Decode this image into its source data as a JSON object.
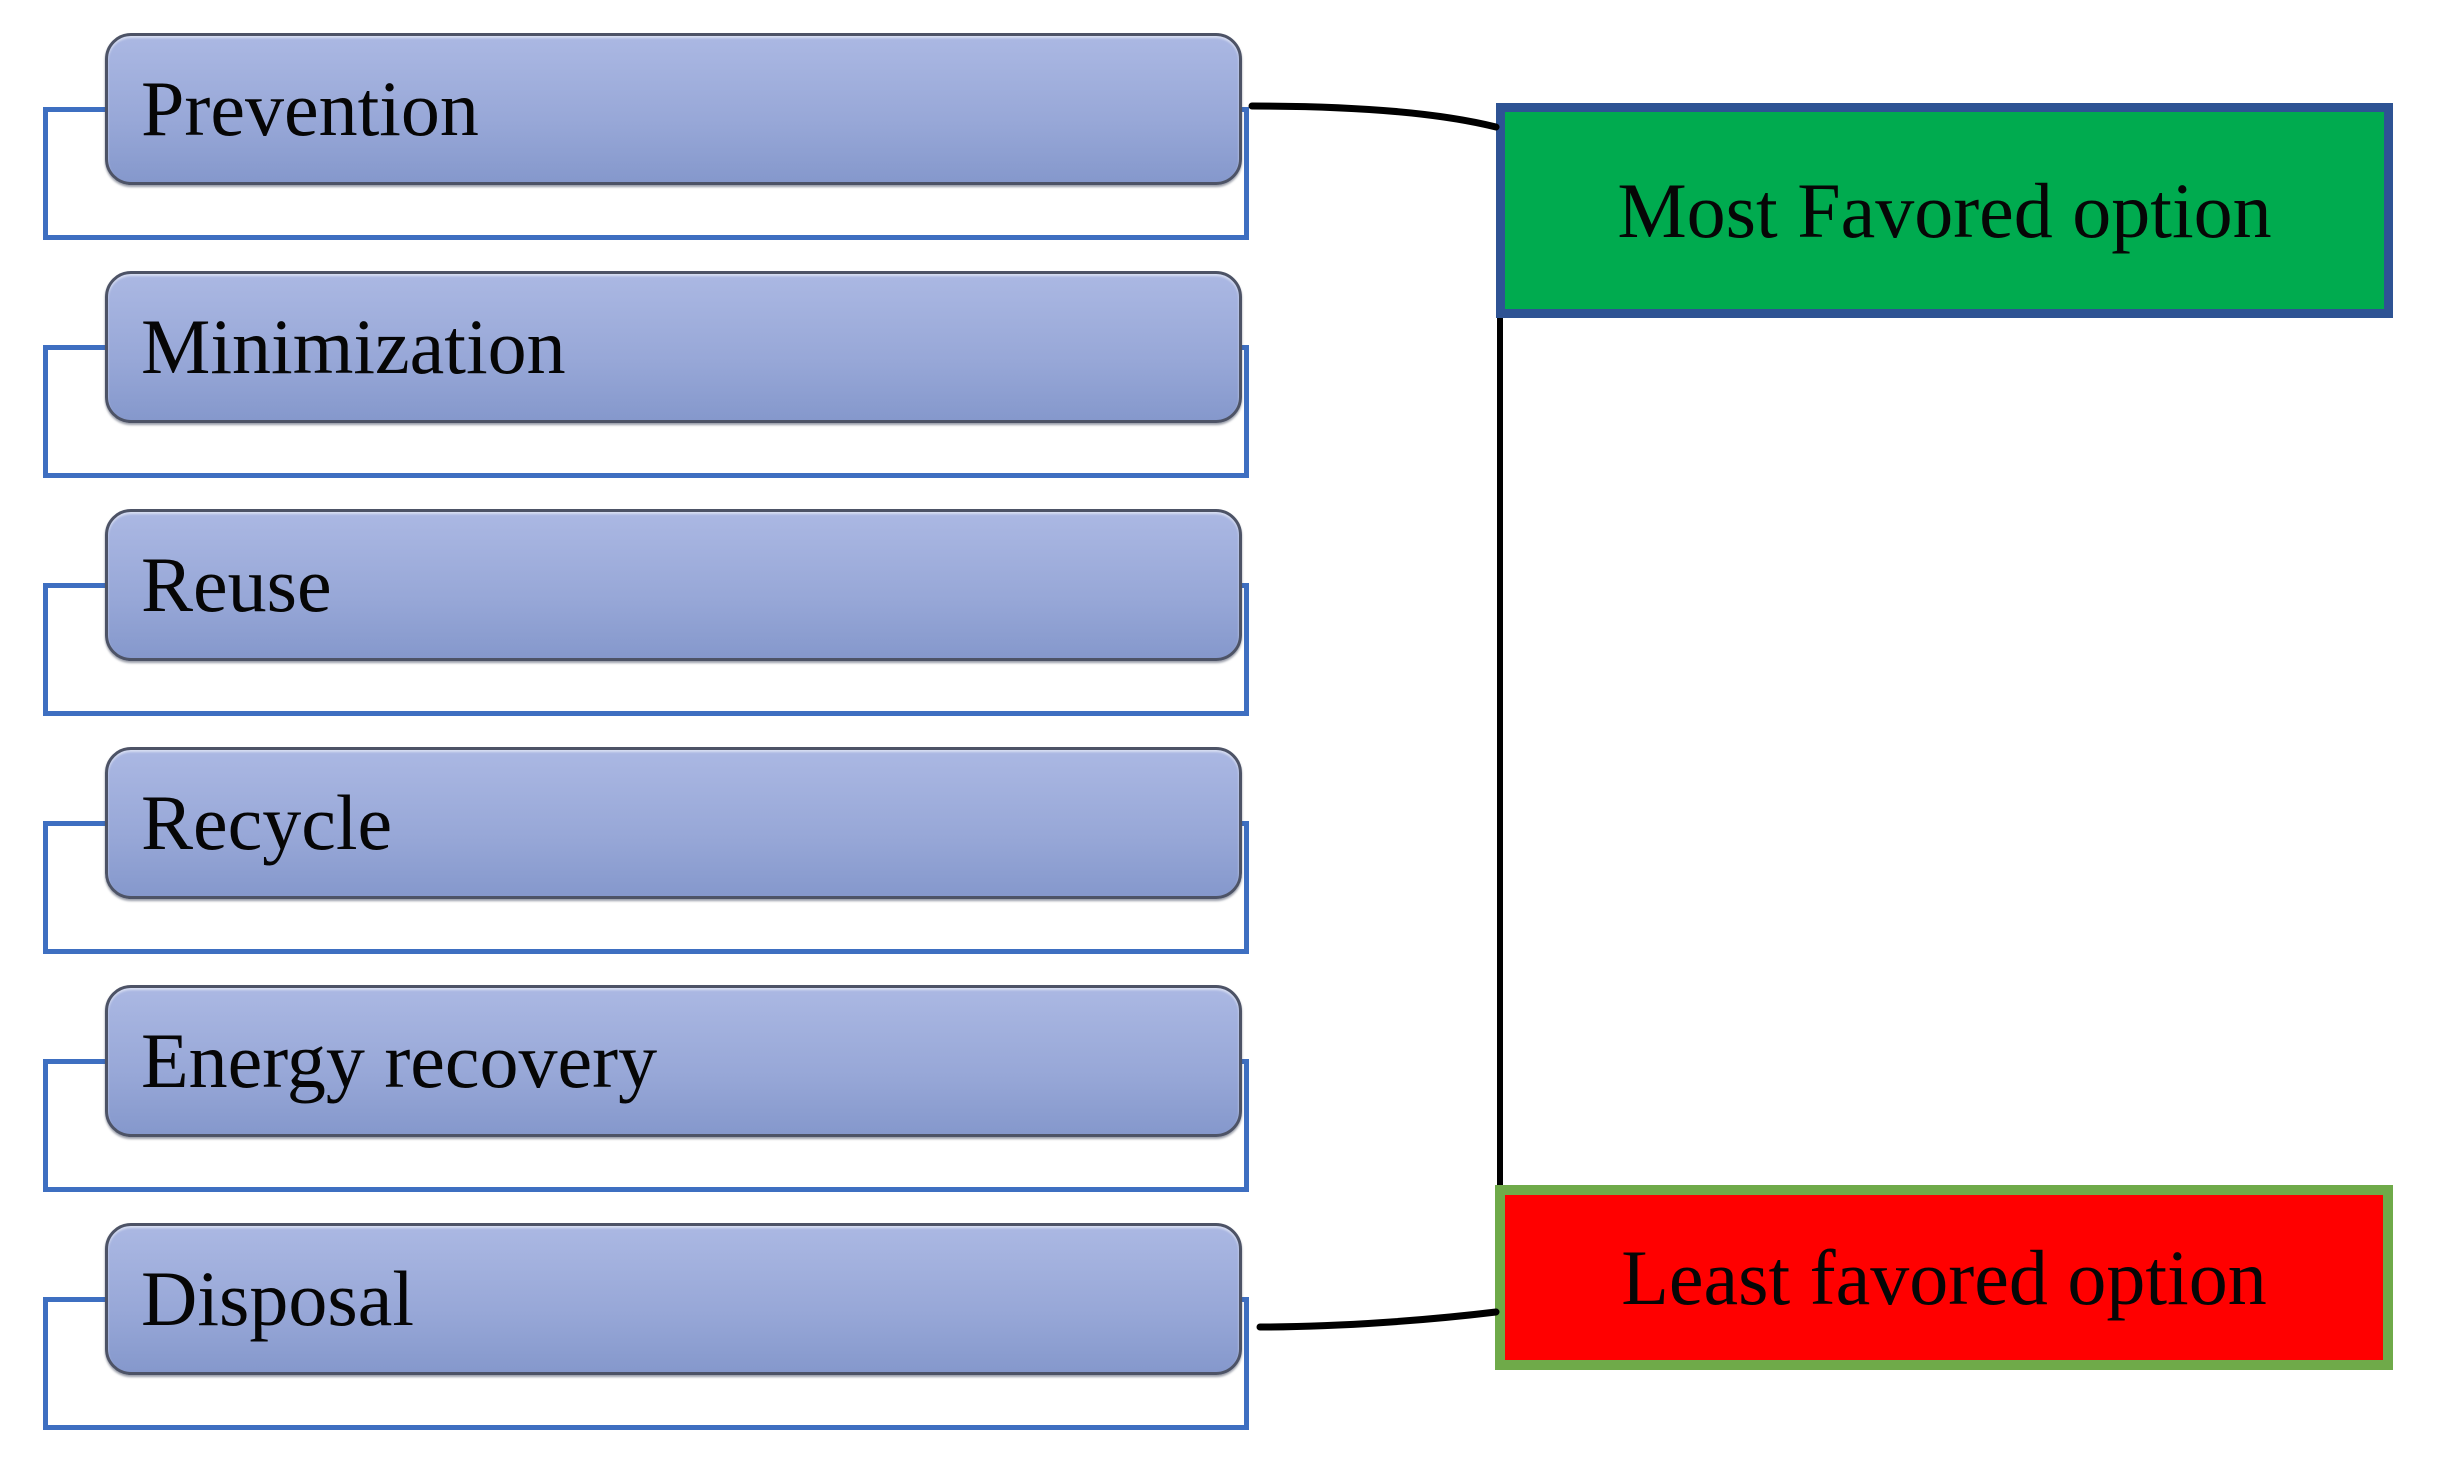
{
  "hierarchy": {
    "items": [
      {
        "label": "Prevention"
      },
      {
        "label": "Minimization"
      },
      {
        "label": "Reuse"
      },
      {
        "label": "Recycle"
      },
      {
        "label": "Energy recovery"
      },
      {
        "label": "Disposal"
      }
    ]
  },
  "outcomes": {
    "most": {
      "label": "Most Favored option"
    },
    "least": {
      "label": "Least favored option"
    }
  },
  "colors": {
    "stage_fill_top": "#abb8e3",
    "stage_fill_mid": "#97a7d7",
    "stage_fill_bottom": "#8598cc",
    "stage_border": "#4d5366",
    "bracket_line": "#3e6fc1",
    "most_favored_bg": "#00ab4f",
    "most_favored_border": "#2e5394",
    "least_favored_bg": "#ff0000",
    "least_favored_border": "#6faa49",
    "connector_line": "#000000",
    "text": "#060606"
  }
}
